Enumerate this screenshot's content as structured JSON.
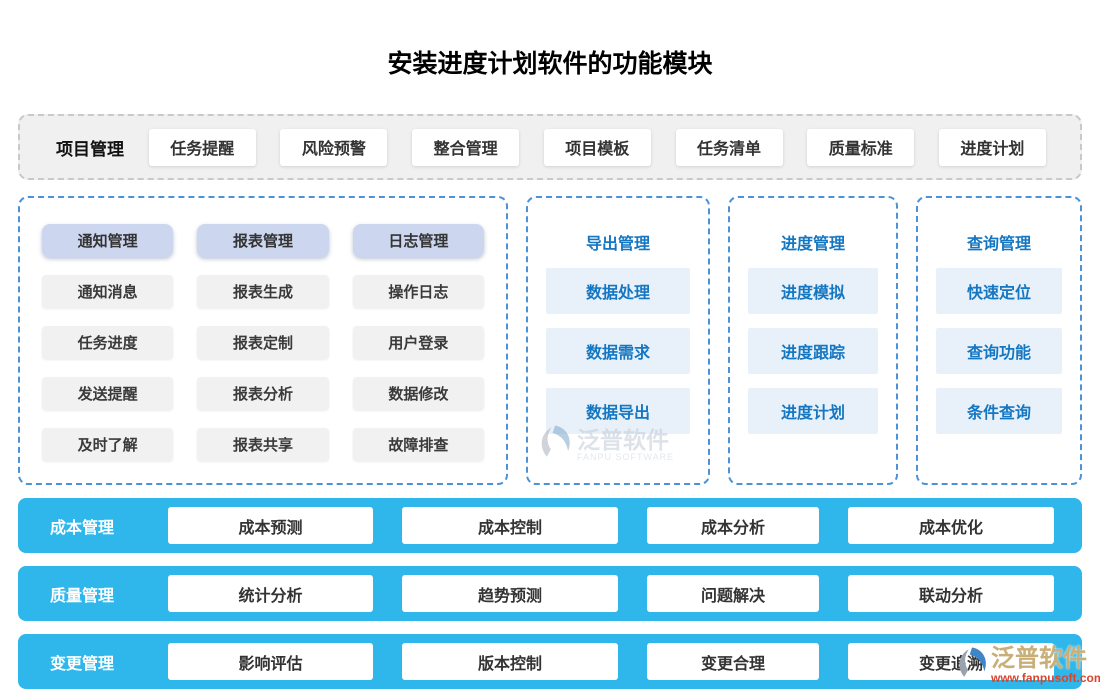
{
  "title": "安装进度计划软件的功能模块",
  "top_bar": {
    "label": "项目管理",
    "buttons": [
      "任务提醒",
      "风险预警",
      "整合管理",
      "项目模板",
      "任务清单",
      "质量标准",
      "进度计划"
    ]
  },
  "left_panel": {
    "headers": [
      "通知管理",
      "报表管理",
      "日志管理"
    ],
    "rows": [
      [
        "通知消息",
        "报表生成",
        "操作日志"
      ],
      [
        "任务进度",
        "报表定制",
        "用户登录"
      ],
      [
        "发送提醒",
        "报表分析",
        "数据修改"
      ],
      [
        "及时了解",
        "报表共享",
        "故障排查"
      ]
    ]
  },
  "panels": [
    {
      "header": "导出管理",
      "items": [
        "数据处理",
        "数据需求",
        "数据导出"
      ]
    },
    {
      "header": "进度管理",
      "items": [
        "进度模拟",
        "进度跟踪",
        "进度计划"
      ]
    },
    {
      "header": "查询管理",
      "items": [
        "快速定位",
        "查询功能",
        "条件查询"
      ]
    }
  ],
  "bottom_bars": [
    {
      "label": "成本管理",
      "items": [
        "成本预测",
        "成本控制",
        "成本分析",
        "成本优化"
      ]
    },
    {
      "label": "质量管理",
      "items": [
        "统计分析",
        "趋势预测",
        "问题解决",
        "联动分析"
      ]
    },
    {
      "label": "变更管理",
      "items": [
        "影响评估",
        "版本控制",
        "变更合理",
        "变更追溯"
      ]
    }
  ],
  "watermark_center": {
    "name": "泛普软件",
    "subtitle": "FANPU SOFTWARE"
  },
  "watermark_corner": {
    "name": "泛普软件",
    "url": "www.fanpusoft.com"
  },
  "colors": {
    "accent_blue": "#1577c2",
    "bar_blue": "#2fb6ea",
    "panel_border_blue": "#4b92d9",
    "header_button_bg": "#ccd6ee",
    "item_button_bg": "#f1f1f1",
    "blue_button_bg": "#e8f1fa",
    "top_box_bg": "#f0f0f0",
    "watermark_red": "#d9442c",
    "watermark_tan": "#c9ae77"
  }
}
